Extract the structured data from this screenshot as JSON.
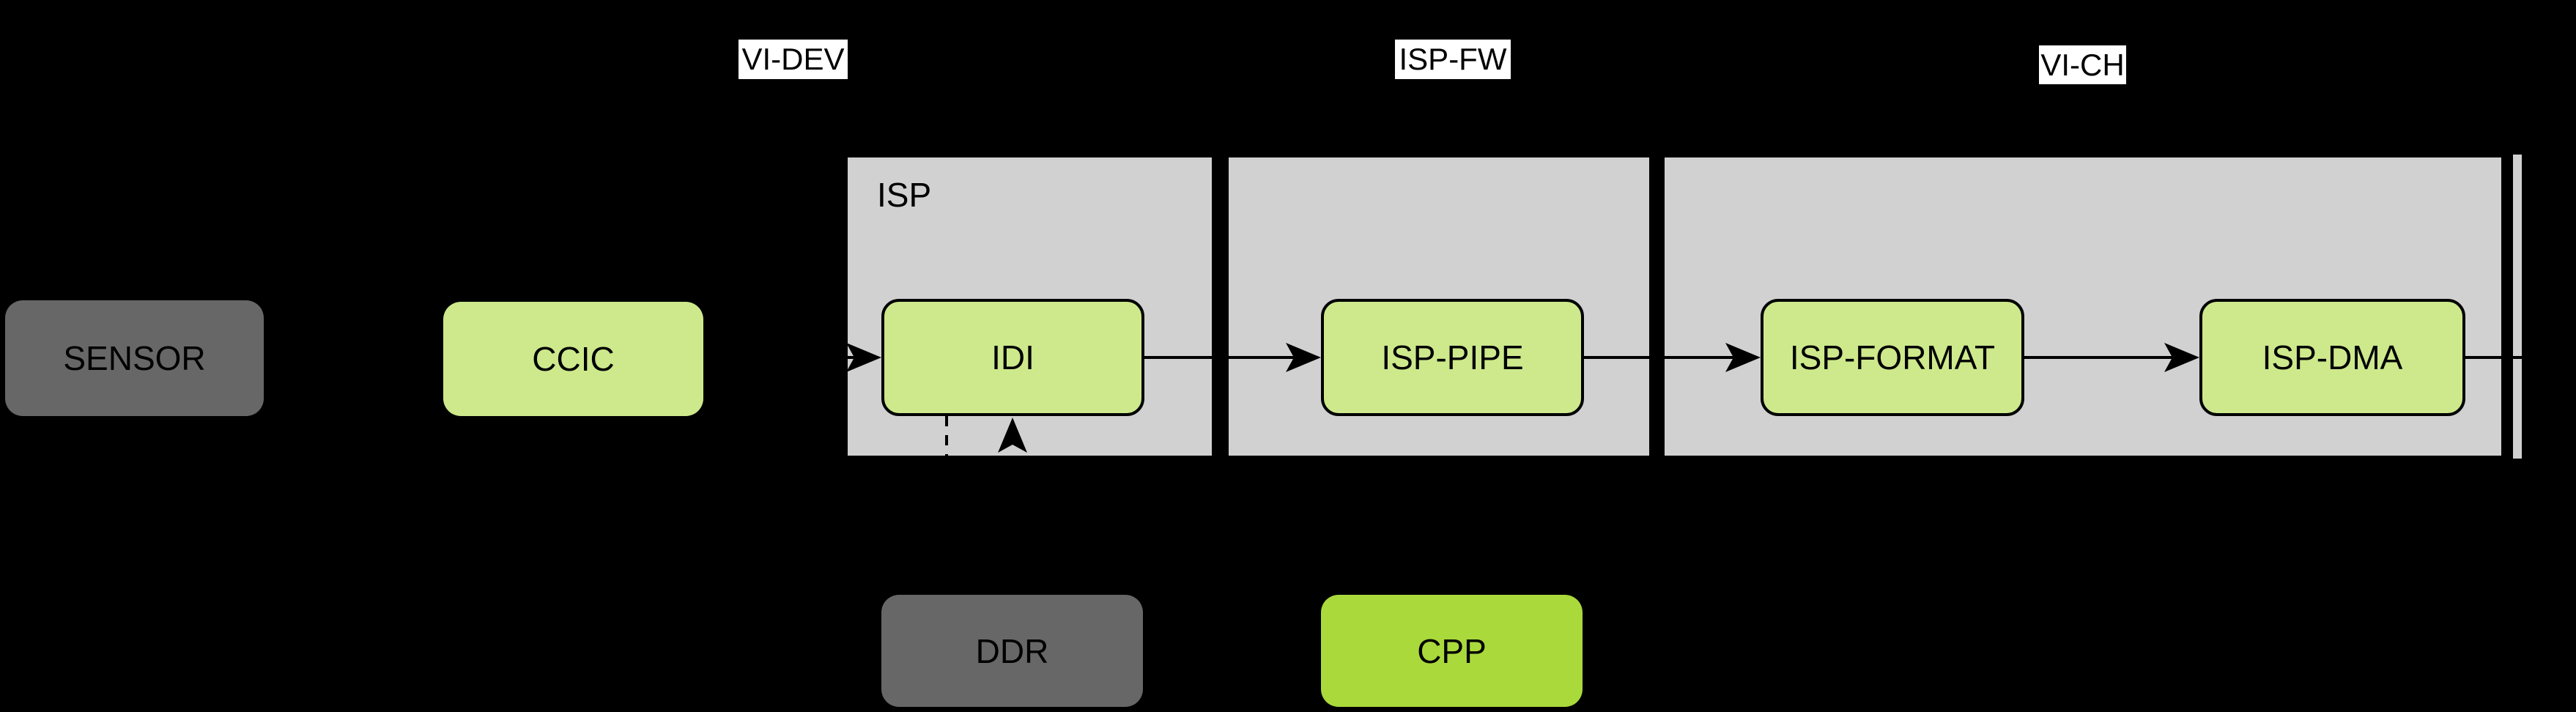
{
  "top_labels": {
    "vi_dev": "VI-DEV",
    "isp_fw": "ISP-FW",
    "vi_ch": "VI-CH"
  },
  "containers": {
    "isp_label": "ISP"
  },
  "nodes": {
    "sensor": "SENSOR",
    "ccic": "CCIC",
    "idi": "IDI",
    "isp_pipe": "ISP-PIPE",
    "isp_format": "ISP-FORMAT",
    "isp_dma": "ISP-DMA",
    "ddr": "DDR",
    "cpp": "CPP"
  },
  "edges": [
    {
      "from": "CCIC",
      "to": "IDI",
      "style": "solid-arrow"
    },
    {
      "from": "IDI",
      "to": "ISP-PIPE",
      "style": "solid-arrow"
    },
    {
      "from": "ISP-PIPE",
      "to": "ISP-FORMAT",
      "style": "solid-arrow"
    },
    {
      "from": "ISP-FORMAT",
      "to": "ISP-DMA",
      "style": "solid-arrow"
    },
    {
      "from": "ISP-DMA",
      "to": "offscreen-right",
      "style": "solid-line"
    },
    {
      "from": "IDI",
      "to": "DDR",
      "style": "dashed-line"
    },
    {
      "from": "DDR",
      "to": "IDI",
      "style": "dashed-arrow-up"
    }
  ],
  "colors": {
    "background": "#000000",
    "container_fill": "#d1d1d1",
    "node_green": "#cde98c",
    "node_green_bright": "#aad93c",
    "node_gray": "#676767",
    "label_background": "#ffffff",
    "line_and_text": "#000000"
  }
}
